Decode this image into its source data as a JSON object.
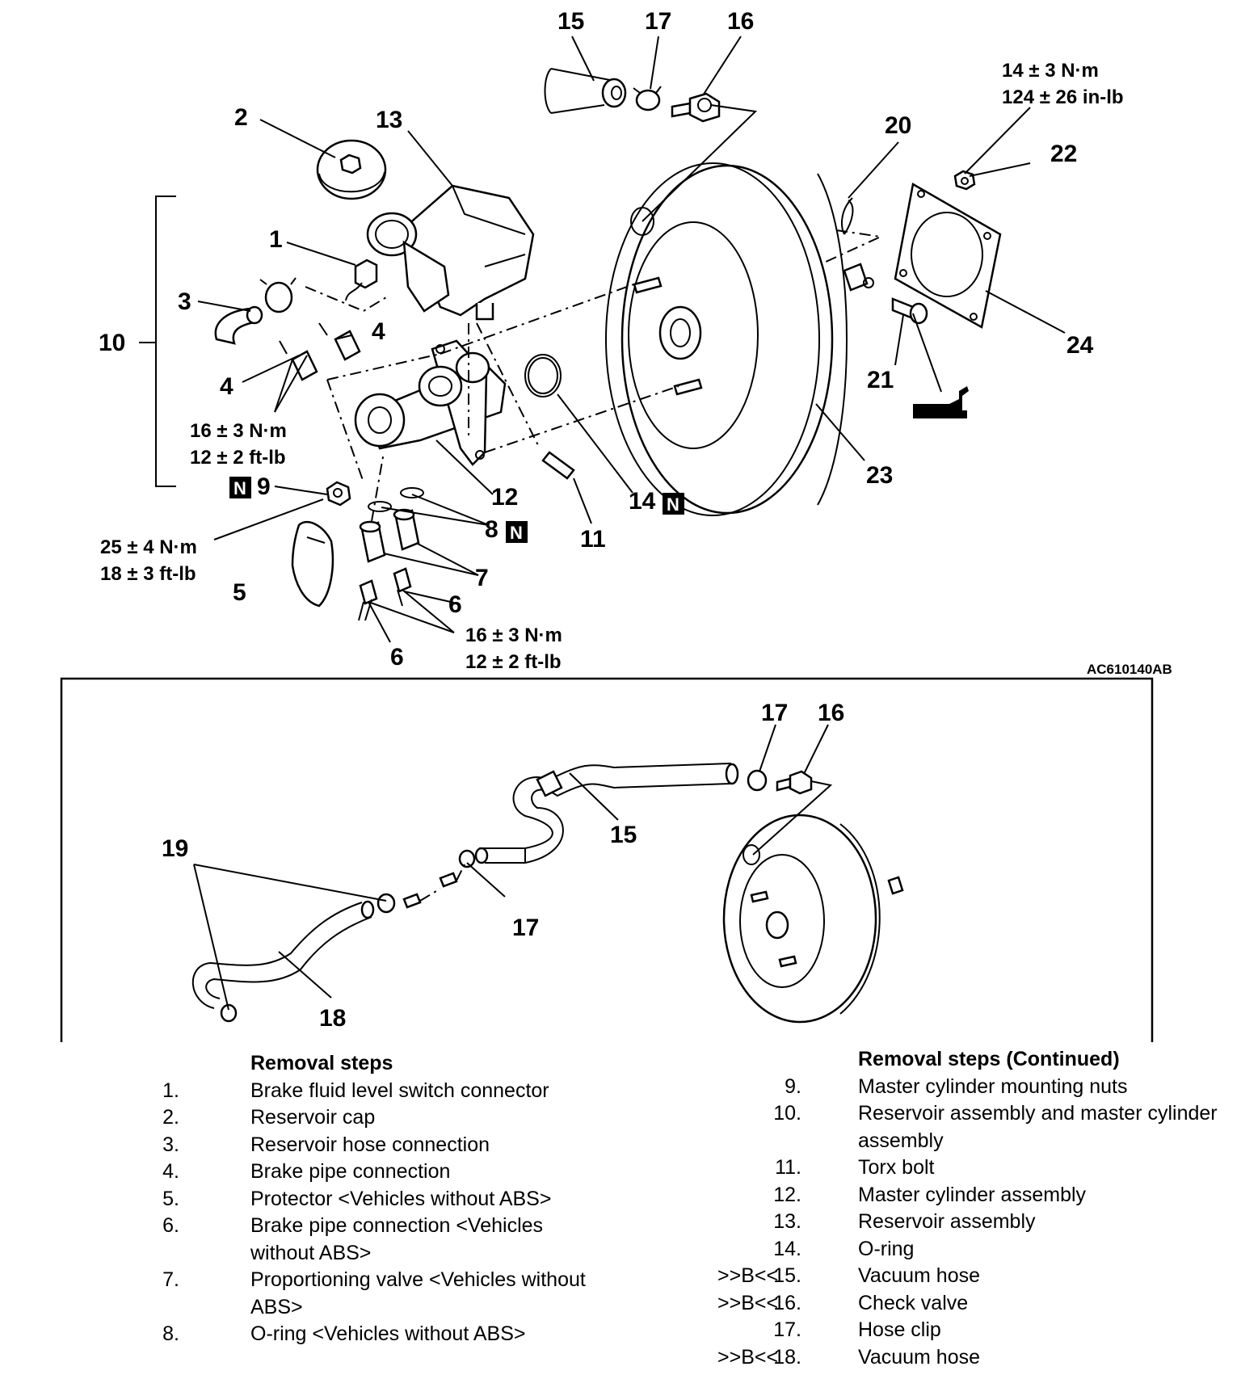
{
  "figure_id": "AC610140AB",
  "callouts": {
    "c1": "1",
    "c2": "2",
    "c3": "3",
    "c4a": "4",
    "c4b": "4",
    "c5": "5",
    "c6a": "6",
    "c6b": "6",
    "c7": "7",
    "c8": "8",
    "c9": "9",
    "c10": "10",
    "c11": "11",
    "c12": "12",
    "c13": "13",
    "c14": "14",
    "c15": "15",
    "c16": "16",
    "c17": "17",
    "c20": "20",
    "c21": "21",
    "c22": "22",
    "c23": "23",
    "c24": "24"
  },
  "inset_callouts": {
    "c15": "15",
    "c16": "16",
    "c17a": "17",
    "c17b": "17",
    "c18": "18",
    "c19": "19"
  },
  "new_part_mark": "N",
  "torques": {
    "t22_nm": "14 ± 3 N·m",
    "t22_in": "124 ± 26 in-lb",
    "t4_nm": "16 ± 3 N·m",
    "t4_ft": "12 ± 2 ft-lb",
    "t9_nm": "25 ± 4 N·m",
    "t9_ft": "18 ± 3 ft-lb",
    "t6_nm": "16 ± 3 N·m",
    "t6_ft": "12 ± 2 ft-lb"
  },
  "steps_left": {
    "heading": "Removal steps",
    "items": [
      {
        "mark": "",
        "num": "1.",
        "text": "Brake fluid level switch connector"
      },
      {
        "mark": "",
        "num": "2.",
        "text": "Reservoir cap"
      },
      {
        "mark": "",
        "num": "3.",
        "text": "Reservoir hose connection"
      },
      {
        "mark": "",
        "num": "4.",
        "text": "Brake pipe connection"
      },
      {
        "mark": "",
        "num": "5.",
        "text": "Protector <Vehicles without ABS>"
      },
      {
        "mark": "",
        "num": "6.",
        "text": "Brake pipe connection <Vehicles without ABS>"
      },
      {
        "mark": "",
        "num": "7.",
        "text": "Proportioning valve <Vehicles without ABS>"
      },
      {
        "mark": "",
        "num": "8.",
        "text": "O-ring <Vehicles without ABS>"
      }
    ]
  },
  "steps_right": {
    "heading": "Removal steps (Continued)",
    "items": [
      {
        "mark": "",
        "num": "9.",
        "text": "Master cylinder mounting nuts"
      },
      {
        "mark": "",
        "num": "10.",
        "text": "Reservoir assembly and master cylinder assembly"
      },
      {
        "mark": "",
        "num": "11.",
        "text": "Torx bolt"
      },
      {
        "mark": "",
        "num": "12.",
        "text": "Master cylinder assembly"
      },
      {
        "mark": "",
        "num": "13.",
        "text": "Reservoir assembly"
      },
      {
        "mark": "",
        "num": "14.",
        "text": "O-ring"
      },
      {
        "mark": ">>B<<",
        "num": "15.",
        "text": "Vacuum hose"
      },
      {
        "mark": ">>B<<",
        "num": "16.",
        "text": "Check valve"
      },
      {
        "mark": "",
        "num": "17.",
        "text": "Hose clip"
      },
      {
        "mark": ">>B<<",
        "num": "18.",
        "text": "Vacuum hose"
      }
    ]
  }
}
